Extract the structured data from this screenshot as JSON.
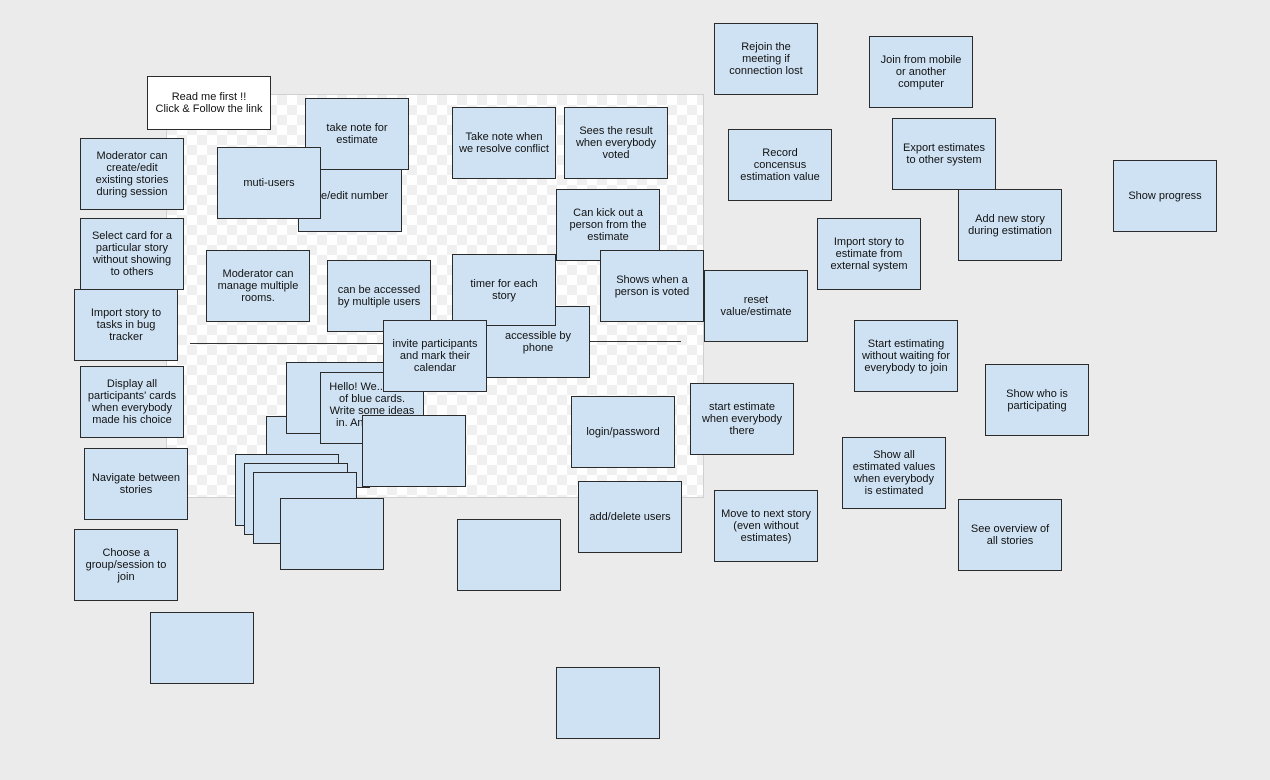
{
  "board": {
    "readme": "Read me first !!\nClick & Follow the link",
    "notes": {
      "take_note_estimate": "take note for estimate",
      "muti_users": "muti-users",
      "create_edit_number": "ate/edit number",
      "moderator_create_edit": "Moderator can create/edit existing stories during session",
      "select_card": "Select card for a particular story without showing to others",
      "import_bug_tracker": "Import story to tasks in bug tracker",
      "display_all_cards": "Display all participants' cards when everybody made his choice",
      "navigate_stories": "Navigate between stories",
      "choose_group": "Choose a group/session to join",
      "moderator_rooms": "Moderator can manage multiple rooms.",
      "accessed_multiple": "can be accessed by multiple users",
      "take_note_conflict": "Take note when we resolve conflict",
      "sees_result": "Sees the result when everybody voted",
      "kick_out": "Can kick out a person from the estimate",
      "timer": "timer for each story",
      "shows_voted": "Shows when a person is voted",
      "accessible_phone": "accessible by phone",
      "invite_participants": "invite participants and mark their calendar",
      "hello": "Hello! We... stack of blue cards. Write some ideas in. An... abov...",
      "login": "login/password",
      "add_delete_users": "add/delete users",
      "rejoin": "Rejoin the meeting if connection lost",
      "record_consensus": "Record concensus estimation value",
      "reset_value": "reset value/estimate",
      "start_when_there": "start estimate when everybody there",
      "move_next": "Move to next story (even without estimates)",
      "join_mobile": "Join from mobile or another computer",
      "export_estimates": "Export estimates to other system",
      "add_new_story": "Add new story during estimation",
      "import_external": "Import story to estimate from external system",
      "start_without_waiting": "Start estimating without waiting for everybody to join",
      "show_all_estimated": "Show all estimated values when everybody is estimated",
      "show_who": "Show who is participating",
      "see_overview": "See overview of all stories",
      "show_progress": "Show progress"
    }
  }
}
